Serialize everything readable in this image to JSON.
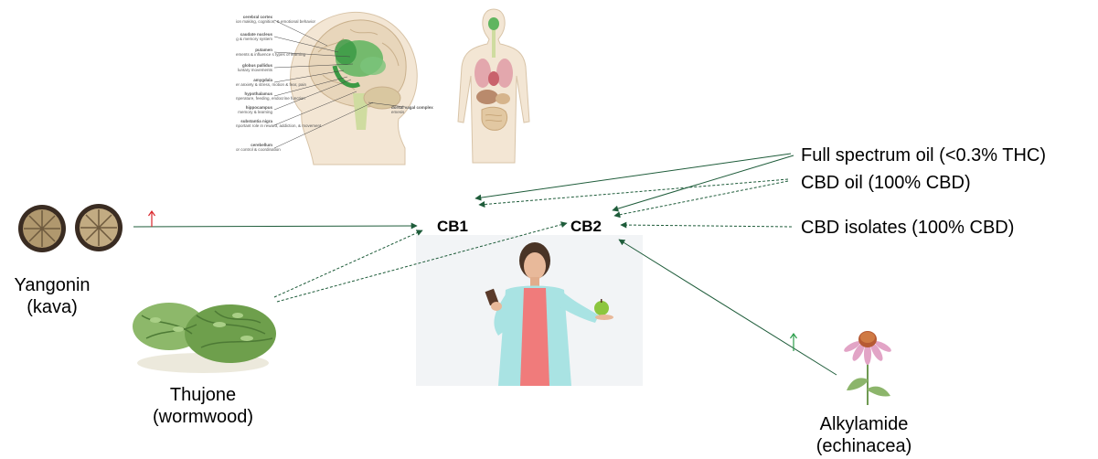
{
  "diagram": {
    "receptors": {
      "cb1": "CB1",
      "cb2": "CB2"
    },
    "sources": {
      "full_spectrum": "Full spectrum oil (<0.3% THC)",
      "cbd_oil": "CBD oil (100% CBD)",
      "cbd_isolates": "CBD isolates (100% CBD)"
    },
    "compounds": {
      "yangonin": {
        "name": "Yangonin",
        "source": "(kava)"
      },
      "thujone": {
        "name": "Thujone",
        "source": "(wormwood)"
      },
      "alkylamide": {
        "name": "Alkylamide",
        "source": "(echinacea)"
      }
    },
    "brain_labels": [
      {
        "title": "cerebral cortex",
        "desc": "ion making, cognition, & emotional behavior"
      },
      {
        "title": "caudate nucleus",
        "desc": "g & memory system"
      },
      {
        "title": "putamen",
        "desc": "ements & influence s types of learning"
      },
      {
        "title": "globus pallidus",
        "desc": "luntary movements"
      },
      {
        "title": "amygdala",
        "desc": "er anxiety & stress, motion & fear, pain"
      },
      {
        "title": "hypothalamus",
        "desc": "nperature, feeding, endocrine function"
      },
      {
        "title": "hippocampus",
        "desc": "memory & learning"
      },
      {
        "title": "substantia nigra",
        "desc": "nportant role in reward, addiction, & movement"
      },
      {
        "title": "cerebellum",
        "desc": "or control & coordination"
      }
    ],
    "vagal_label": {
      "title": "dorsal vagal complex",
      "desc": "emesis"
    },
    "colors": {
      "solid_line": "#1e5c3a",
      "dashed_line": "#1e5c3a",
      "increase_red": "#d9262b",
      "increase_green": "#2a9d4a"
    },
    "icons": {
      "yangonin_arrow": "up-arrow-red",
      "alkylamide_arrow": "up-arrow-green"
    }
  }
}
